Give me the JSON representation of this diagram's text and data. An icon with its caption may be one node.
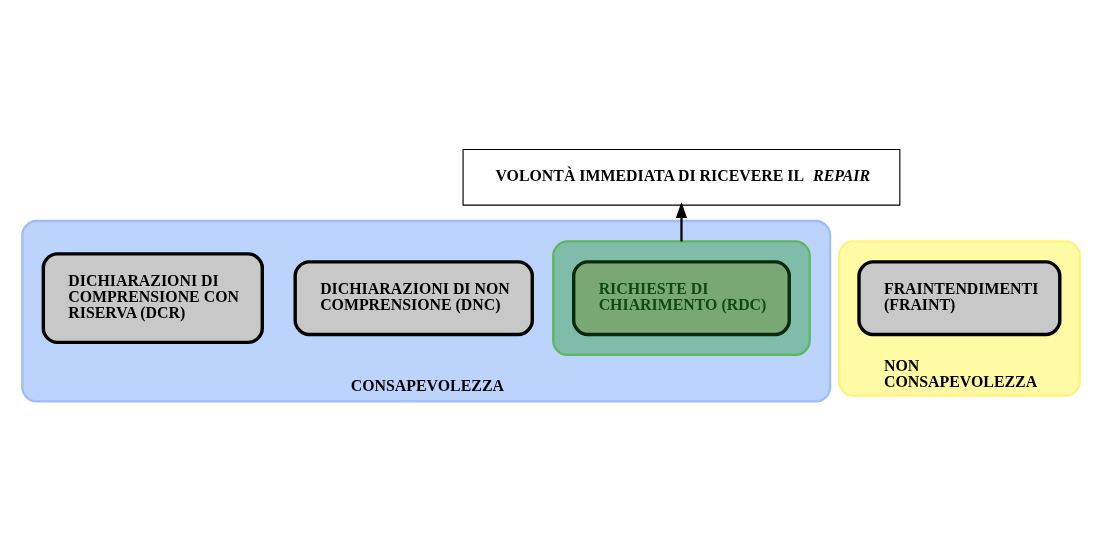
{
  "diagram": {
    "nodes": [
      {
        "text": [
          "CONSAPEVOLEZZA"
        ]
      },
      {
        "text": [],
        "shape": "ellipse",
        "in": 0
      },
      {
        "text": [
          "DICHIARAZIONI DI NON COMPRENSIONE (DNC)"
        ],
        "in": 0
      },
      {
        "text": [
          "DICHIARAZIONI DI COMPRENSIONE CON RISERVA (DCR)"
        ],
        "in": 0
      },
      {
        "text": [
          "RICHIESTE DI CHIARIMENTO (RDC)"
        ],
        "in": 1
      },
      {
        "text": [
          "NON CONSAPEVOLEZZA"
        ]
      },
      {
        "text": [
          "FRAINTENDIMENTI (FRAINT)"
        ],
        "in": 5
      },
      {
        "text": [
          "VOLONTÀ IMMEDIATA DI RICEVERE IL *REPAIR*"
        ]
      }
    ],
    "edges": [
      {
        "from": 1,
        "to": 7,
        "arrow": "to"
      }
    ]
  }
}
